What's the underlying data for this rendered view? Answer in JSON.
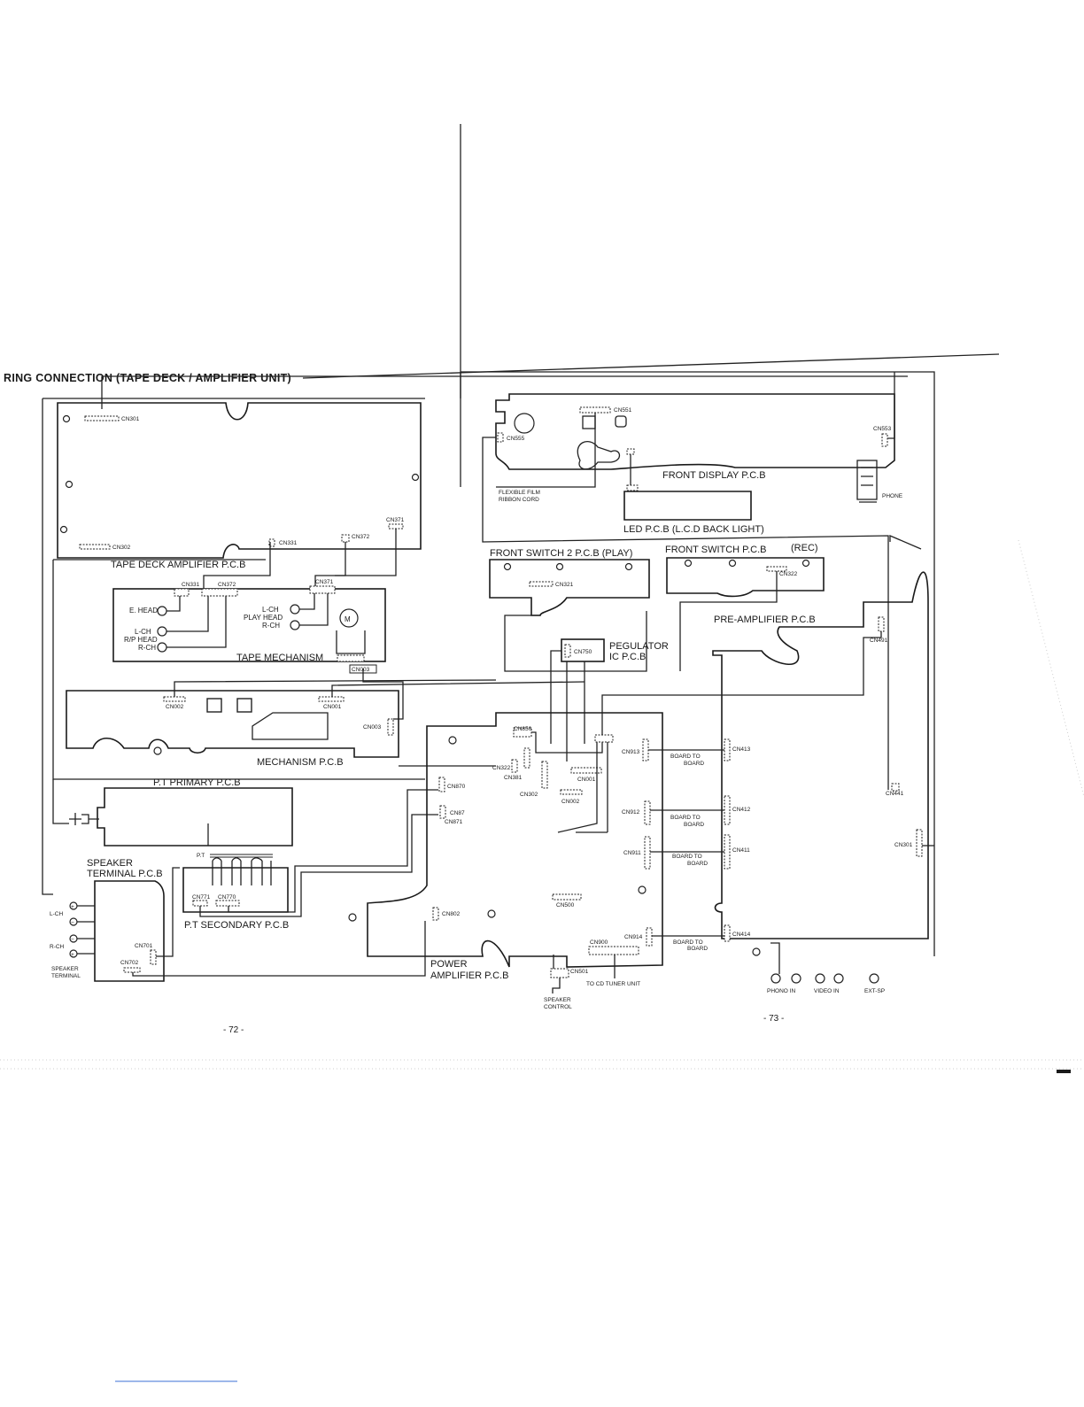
{
  "title": "RING CONNECTION (TAPE DECK / AMPLIFIER UNIT)",
  "page_numbers": {
    "left": "- 72 -",
    "right": "- 73 -"
  },
  "boards": {
    "tape_deck_amp": "TAPE DECK AMPLIFIER P.C.B",
    "tape_mechanism": "TAPE MECHANISM",
    "mechanism": "MECHANISM P.C.B",
    "pt_primary": "P.T PRIMARY P.C.B",
    "pt_secondary": "P.T SECONDARY P.C.B",
    "speaker_terminal_1": "SPEAKER",
    "speaker_terminal_2": "TERMINAL P.C.B",
    "front_display": "FRONT DISPLAY P.C.B",
    "led": "LED P.C.B (L.C.D BACK LIGHT)",
    "front_switch_2": "FRONT SWITCH 2 P.C.B (PLAY)",
    "front_switch": "FRONT SWITCH P.C.B",
    "front_switch_rec": "(REC)",
    "pre_amp": "PRE-AMPLIFIER P.C.B",
    "regulator_1": "PEGULATOR",
    "regulator_2": "IC P.C.B",
    "power_amp_1": "POWER",
    "power_amp_2": "AMPLIFIER P.C.B"
  },
  "labels": {
    "e_head": "E. HEAD",
    "l_ch": "L-CH",
    "rp_head": "R/P HEAD",
    "r_ch": "R-CH",
    "play_head": "PLAY HEAD",
    "motor": "M",
    "pt": "P.T",
    "flex_1": "FLEXIBLE FILM",
    "flex_2": "RIBBON CORD",
    "phone": "PHONE",
    "board_to": "BOARD TO",
    "board": "BOARD",
    "to_cd_tuner": "TO CD TUNER UNIT",
    "speaker_control_1": "SPEAKER",
    "speaker_control_2": "CONTROL",
    "speaker_terminal_a": "SPEAKER",
    "speaker_terminal_b": "TERMINAL",
    "phono_in": "PHONO IN",
    "video_in": "VIDEO IN",
    "ext_sp": "EXT-SP",
    "plus": "+",
    "minus": "−"
  },
  "connectors": {
    "cn301": "CN301",
    "cn302": "CN302",
    "cn331": "CN331",
    "cn372": "CN372",
    "cn371": "CN371",
    "cn003": "CN003",
    "cn002": "CN002",
    "cn001": "CN001",
    "cn870": "CN870",
    "cn87": "CN87",
    "cn871": "CN871",
    "cn771": "CN771",
    "cn770": "CN770",
    "cn701": "CN701",
    "cn702": "CN702",
    "cn551": "CN551",
    "cn555": "CN555",
    "cn553": "CN553",
    "cn321": "CN321",
    "cn322": "CN322",
    "cn491": "CN491",
    "cn750": "CN750",
    "cn850": "CN850",
    "cn381": "CN381",
    "cn913": "CN913",
    "cn413": "CN413",
    "cn912": "CN912",
    "cn412": "CN412",
    "cn911": "CN911",
    "cn411": "CN411",
    "cn441": "CN441",
    "cn500": "CN500",
    "cn802": "CN802",
    "cn900": "CN900",
    "cn914": "CN914",
    "cn414": "CN414",
    "cn501": "CN501"
  }
}
